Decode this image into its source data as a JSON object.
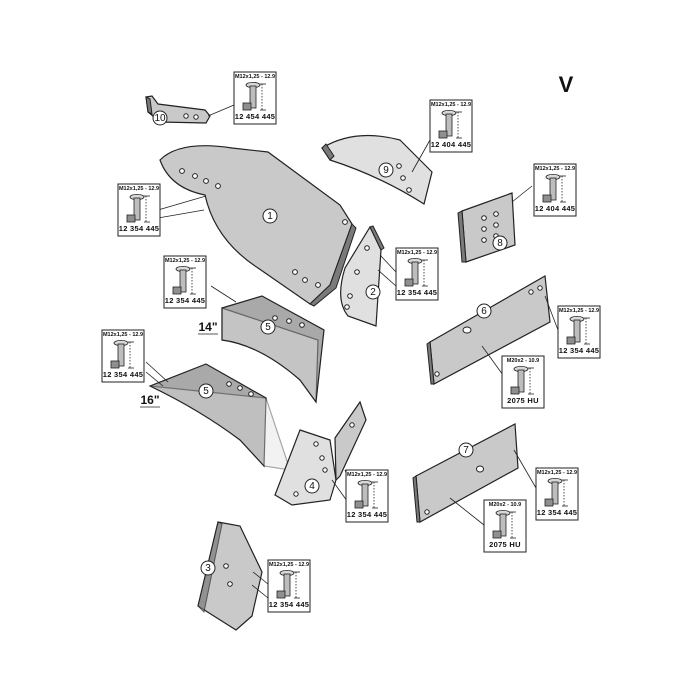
{
  "page_letter": "V",
  "size_labels": [
    "14\"",
    "16\""
  ],
  "callouts": [
    "10",
    "9",
    "1",
    "8",
    "2",
    "6",
    "5",
    "5",
    "7",
    "4",
    "3"
  ],
  "hardware": [
    {
      "spec": "M12x1,25 - 12.9",
      "code": "12 454 445"
    },
    {
      "spec": "M12x1,25 - 12.9",
      "code": "12 404 445"
    },
    {
      "spec": "M12x1,25 - 12.9",
      "code": "12 354 445"
    },
    {
      "spec": "M12x1,25 - 12.9",
      "code": "12 404 445"
    },
    {
      "spec": "M12x1,25 - 12.9",
      "code": "12 354 445"
    },
    {
      "spec": "M12x1,25 - 12.9",
      "code": "12 354 445"
    },
    {
      "spec": "M12x1,25 - 12.9",
      "code": "12 354 445"
    },
    {
      "spec": "M20x2 - 10.9",
      "code": "2075 HU"
    },
    {
      "spec": "M12x1,25 - 12.9",
      "code": "12 354 445"
    },
    {
      "spec": "M12x1,25 - 12.9",
      "code": "12 354 445"
    },
    {
      "spec": "M12x1,25 - 12.9",
      "code": "12 354 445"
    },
    {
      "spec": "M20x2 - 10.9",
      "code": "2075 HU"
    },
    {
      "spec": "M12x1,25 - 12.9",
      "code": "12 354 445"
    }
  ]
}
